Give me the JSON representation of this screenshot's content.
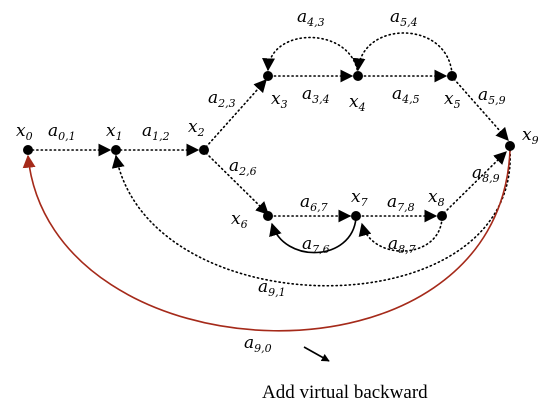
{
  "nodes": [
    {
      "id": "x0",
      "base": "x",
      "sub": "0"
    },
    {
      "id": "x1",
      "base": "x",
      "sub": "1"
    },
    {
      "id": "x2",
      "base": "x",
      "sub": "2"
    },
    {
      "id": "x3",
      "base": "x",
      "sub": "3"
    },
    {
      "id": "x4",
      "base": "x",
      "sub": "4"
    },
    {
      "id": "x5",
      "base": "x",
      "sub": "5"
    },
    {
      "id": "x6",
      "base": "x",
      "sub": "6"
    },
    {
      "id": "x7",
      "base": "x",
      "sub": "7"
    },
    {
      "id": "x8",
      "base": "x",
      "sub": "8"
    },
    {
      "id": "x9",
      "base": "x",
      "sub": "9"
    }
  ],
  "edges": [
    {
      "id": "a01",
      "base": "a",
      "sub": "0,1",
      "style": "dotted"
    },
    {
      "id": "a12",
      "base": "a",
      "sub": "1,2",
      "style": "dotted"
    },
    {
      "id": "a23",
      "base": "a",
      "sub": "2,3",
      "style": "dotted"
    },
    {
      "id": "a26",
      "base": "a",
      "sub": "2,6",
      "style": "dotted"
    },
    {
      "id": "a34",
      "base": "a",
      "sub": "3,4",
      "style": "dotted"
    },
    {
      "id": "a43",
      "base": "a",
      "sub": "4,3",
      "style": "dotted"
    },
    {
      "id": "a45",
      "base": "a",
      "sub": "4,5",
      "style": "dotted"
    },
    {
      "id": "a54",
      "base": "a",
      "sub": "5,4",
      "style": "dotted"
    },
    {
      "id": "a59",
      "base": "a",
      "sub": "5,9",
      "style": "dotted"
    },
    {
      "id": "a67",
      "base": "a",
      "sub": "6,7",
      "style": "dotted"
    },
    {
      "id": "a76",
      "base": "a",
      "sub": "7,6",
      "style": "solid"
    },
    {
      "id": "a78",
      "base": "a",
      "sub": "7,8",
      "style": "dotted"
    },
    {
      "id": "a87",
      "base": "a",
      "sub": "8,7",
      "style": "dotted"
    },
    {
      "id": "a89",
      "base": "a",
      "sub": "8,9",
      "style": "dotted"
    },
    {
      "id": "a91",
      "base": "a",
      "sub": "9,1",
      "style": "dotted"
    },
    {
      "id": "a90",
      "base": "a",
      "sub": "9,0",
      "style": "solid"
    }
  ],
  "annotation": "Add virtual backward",
  "colors": {
    "node": "#000000",
    "edge": "#000000",
    "virtual_edge": "#a52a1a"
  }
}
